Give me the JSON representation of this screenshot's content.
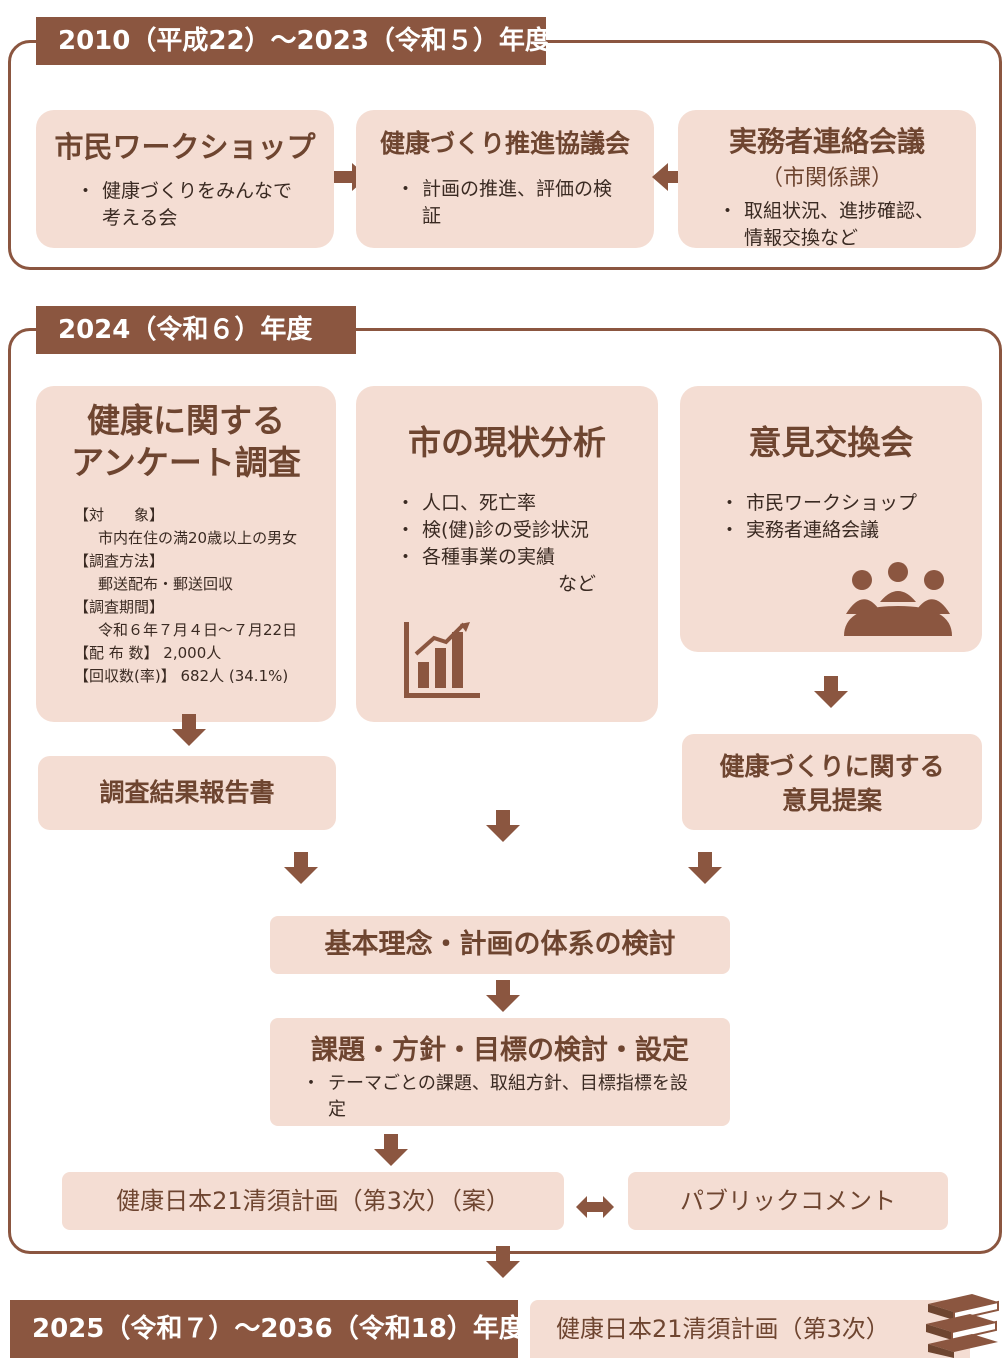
{
  "period1": {
    "header": "2010（平成22）～2023（令和５）年度",
    "workshop": {
      "title": "市民ワークショップ",
      "items": [
        "健康づくりをみんなで考える会"
      ]
    },
    "council": {
      "title": "健康づくり推進協議会",
      "items": [
        "計画の推進、評価の検証"
      ]
    },
    "liaison": {
      "title": "実務者連絡会議",
      "subtitle": "（市関係課）",
      "items": [
        "取組状況、進捗確認、情報交換など"
      ]
    }
  },
  "period2": {
    "header": "2024（令和６）年度",
    "survey": {
      "title_line1": "健康に関する",
      "title_line2": "アンケート調査",
      "target_label": "【対　　象】",
      "target_value": "市内在住の満20歳以上の男女",
      "method_label": "【調査方法】",
      "method_value": "郵送配布・郵送回収",
      "period_label": "【調査期間】",
      "period_value": "令和６年７月４日～７月22日",
      "distributed": "【配 布 数】 2,000人",
      "collected": "【回収数(率)】 682人 (34.1%)"
    },
    "analysis": {
      "title": "市の現状分析",
      "items": [
        "人口、死亡率",
        "検(健)診の受診状況",
        "各種事業の実績"
      ],
      "suffix": "など"
    },
    "exchange": {
      "title": "意見交換会",
      "items": [
        "市民ワークショップ",
        "実務者連絡会議"
      ]
    },
    "report": "調査結果報告書",
    "proposal_line1": "健康づくりに関する",
    "proposal_line2": "意見提案",
    "philosophy": "基本理念・計画の体系の検討",
    "issues": {
      "title": "課題・方針・目標の検討・設定",
      "items": [
        "テーマごとの課題、取組方針、目標指標を設定"
      ]
    },
    "draft": "健康日本21清須計画（第3次）（案）",
    "public_comment": "パブリックコメント"
  },
  "period3": {
    "header": "2025（令和７）～2036（令和18）年度",
    "plan": "健康日本21清須計画（第3次）"
  },
  "colors": {
    "brown": "#8b5640",
    "box": "#f4ddd3",
    "text": "#6e4530"
  },
  "icons": [
    "bar-chart-icon",
    "meeting-people-icon",
    "books-icon",
    "arrow-right-icon",
    "arrow-left-icon",
    "arrow-down-icon",
    "double-arrow-icon"
  ]
}
